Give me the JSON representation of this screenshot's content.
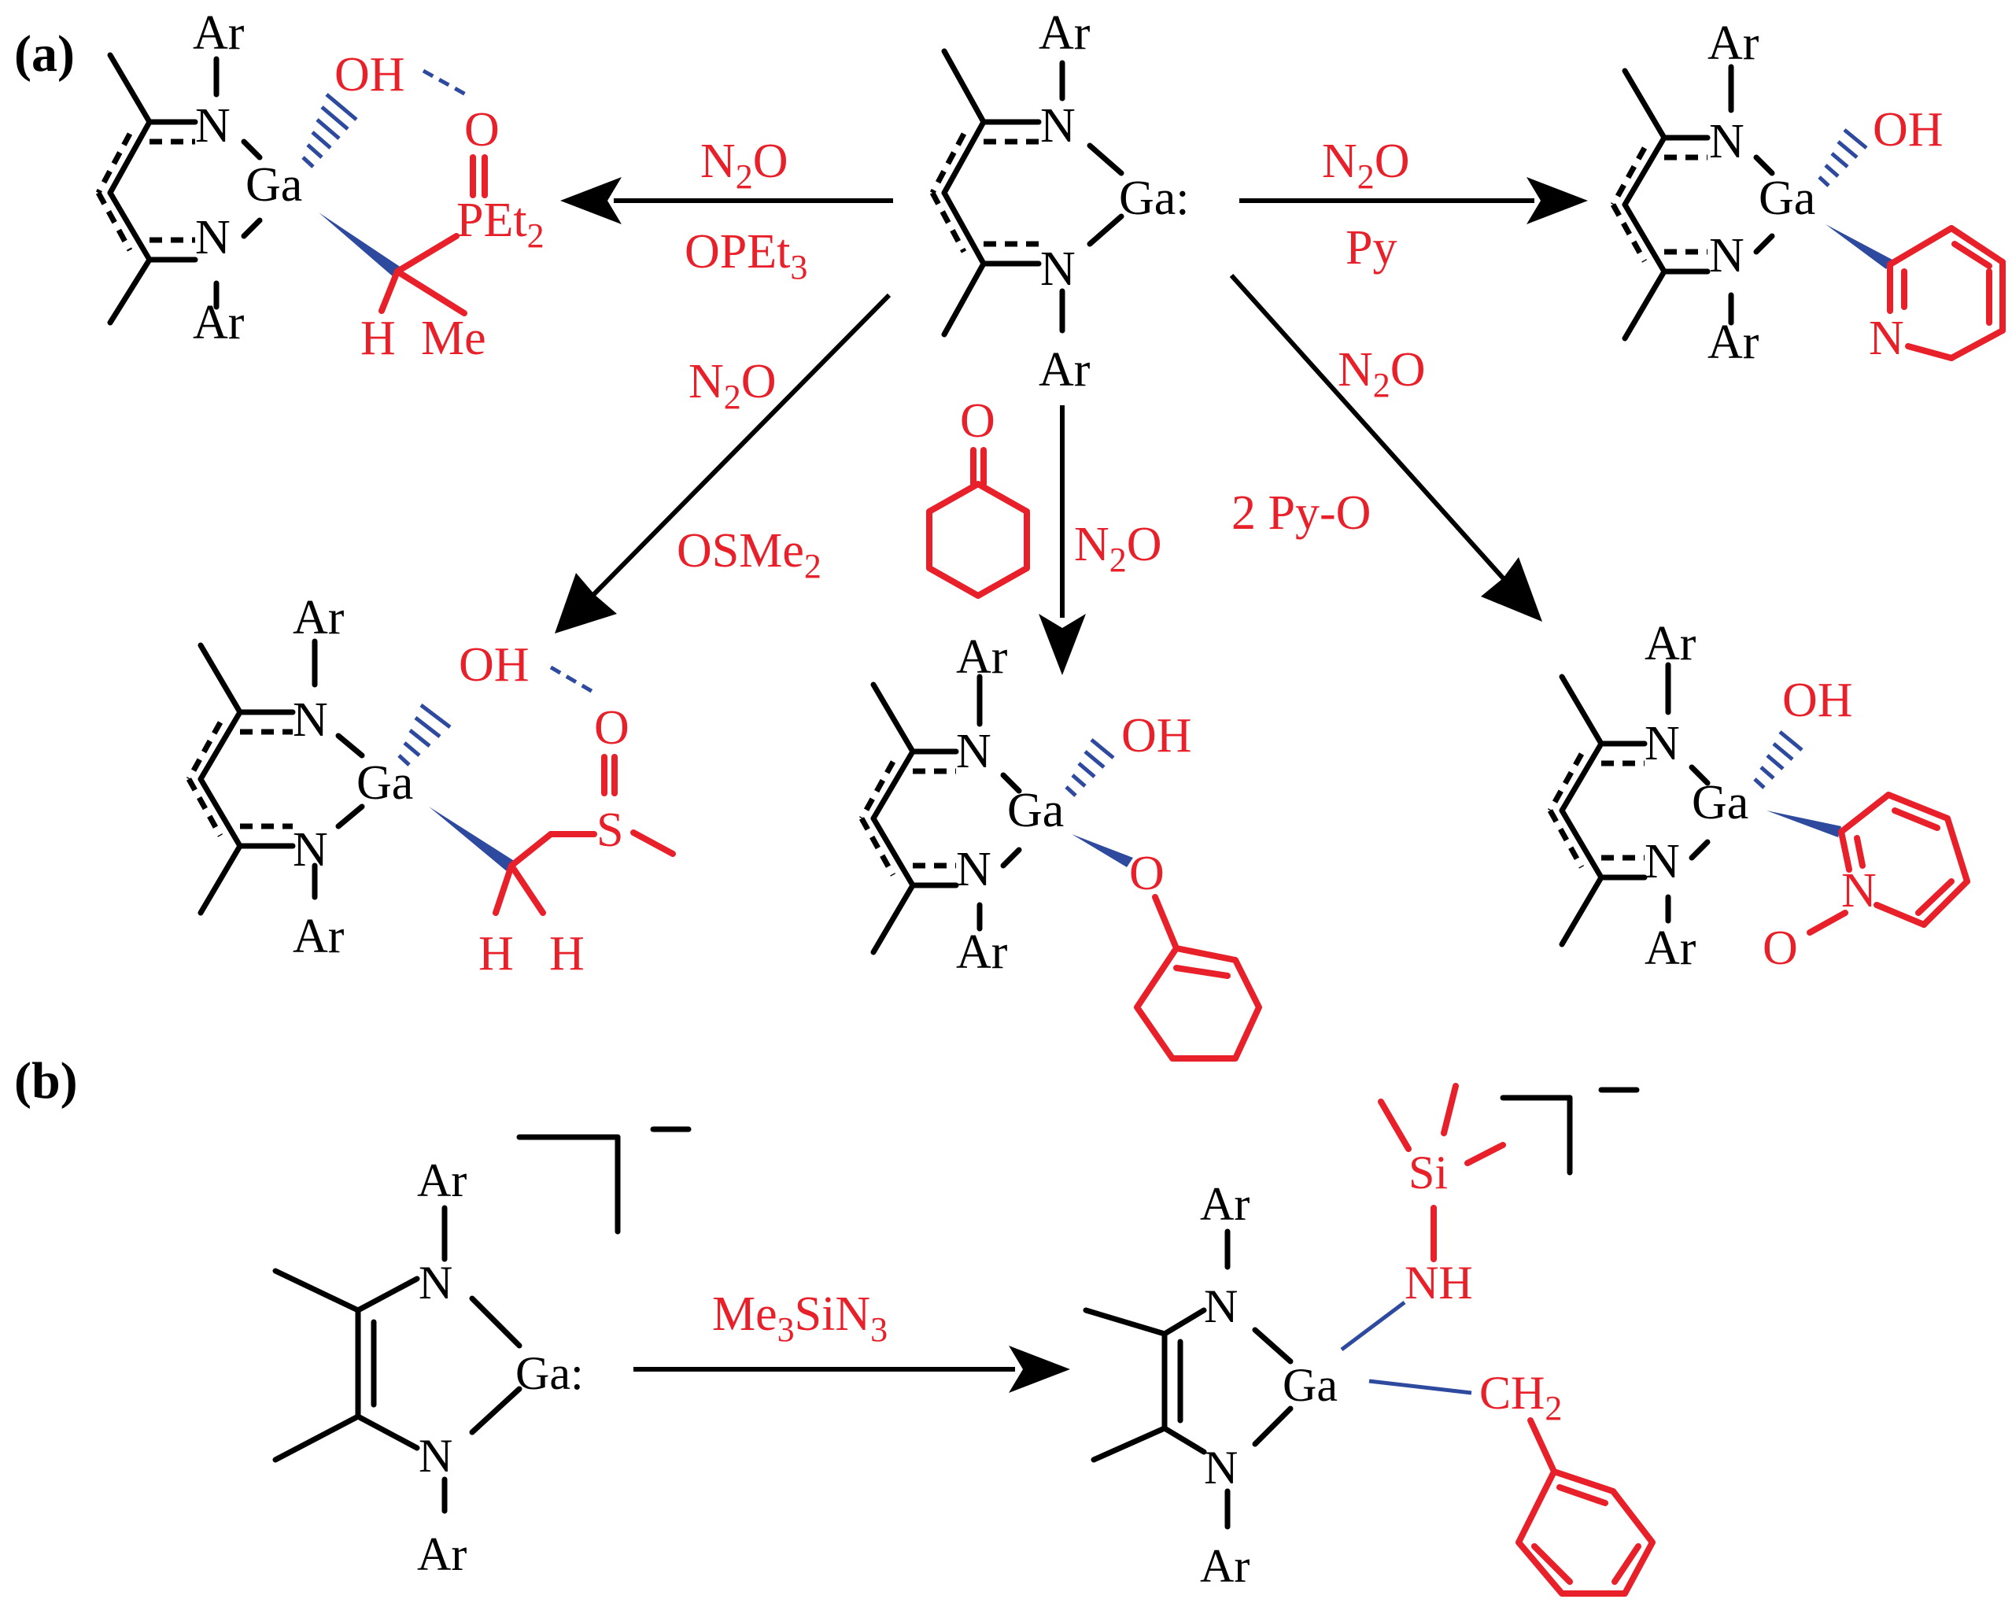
{
  "panel_labels": {
    "a": "(a)",
    "b": "(b)"
  },
  "atoms": {
    "ar": "Ar",
    "n": "N",
    "ga": "Ga",
    "ga_lone_pair": "Ga:",
    "oh": "OH",
    "o": "O",
    "s": "S",
    "si": "Si",
    "nh": "NH",
    "h": "H",
    "me": "Me",
    "pet2": "PEt",
    "sub2": "2",
    "ch2": "CH",
    "o_minus": "O"
  },
  "charges": {
    "anion": "−"
  },
  "reagents": {
    "left": {
      "top_base": "N",
      "top_sub": "2",
      "top_tail": "O",
      "bottom_base": "OPEt",
      "bottom_sub": "3"
    },
    "right": {
      "top_base": "N",
      "top_sub": "2",
      "top_tail": "O",
      "bottom": "Py"
    },
    "down_left": {
      "top_base": "N",
      "top_sub": "2",
      "top_tail": "O",
      "bottom_base": "OSMe",
      "bottom_sub": "2"
    },
    "down_mid": {
      "base": "N",
      "sub": "2",
      "tail": "O",
      "ketone_o": "O"
    },
    "down_right": {
      "top_base": "N",
      "top_sub": "2",
      "top_tail": "O",
      "bottom": "2 Py-O"
    },
    "panel_b": {
      "p1": "Me",
      "s1": "3",
      "p2": "SiN",
      "s2": "3"
    }
  },
  "colors": {
    "structure": "#000000",
    "added_fragment": "#e8202a",
    "ga_bond": "#2e4a9e"
  }
}
